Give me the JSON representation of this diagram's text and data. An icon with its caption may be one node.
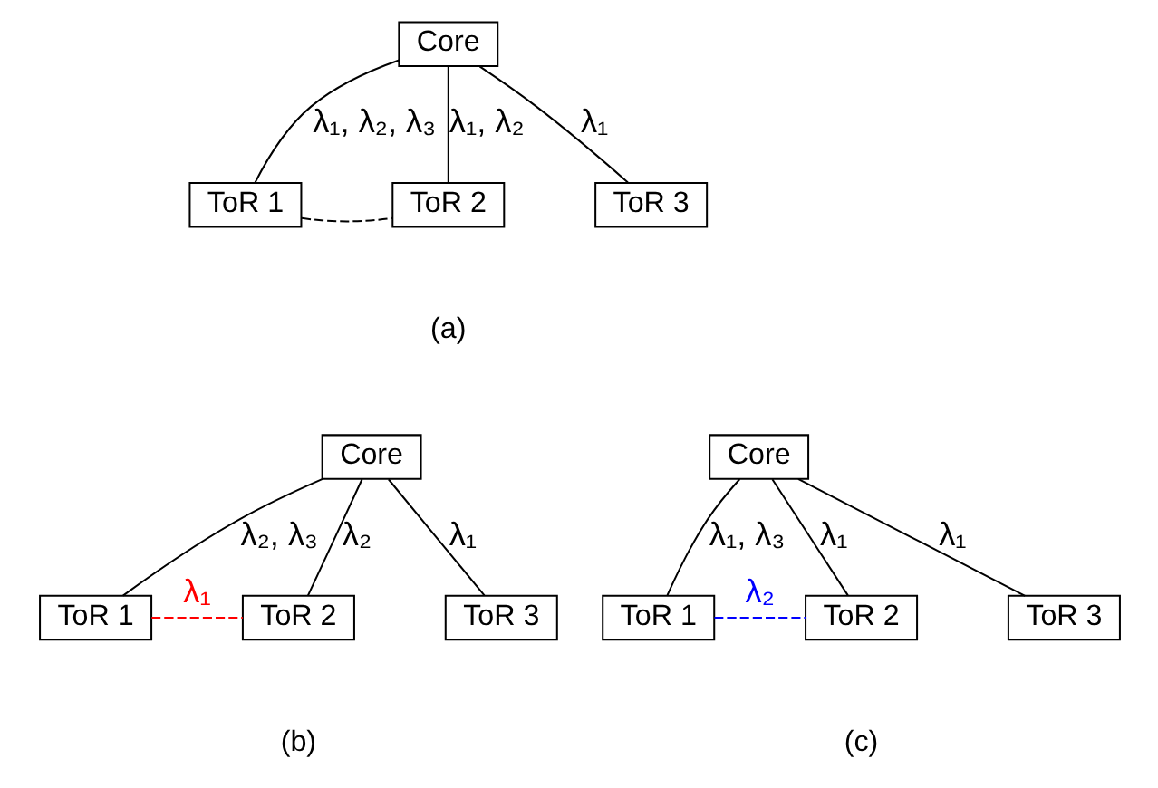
{
  "diagram": {
    "nodes": [
      {
        "text": [
          "Core"
        ]
      },
      {
        "text": [
          "ToR 1"
        ]
      },
      {
        "text": [
          "ToR 2"
        ]
      },
      {
        "text": [
          "ToR 3"
        ]
      },
      {
        "text": [
          "Core"
        ]
      },
      {
        "text": [
          "ToR 1"
        ]
      },
      {
        "text": [
          "ToR 2"
        ]
      },
      {
        "text": [
          "ToR 3"
        ]
      },
      {
        "text": [
          "Core"
        ]
      },
      {
        "text": [
          "ToR 1"
        ]
      },
      {
        "text": [
          "ToR 2"
        ]
      },
      {
        "text": [
          "ToR 3"
        ]
      }
    ],
    "edges": [
      {
        "from": 0,
        "to": 1,
        "arrow": "none",
        "label": "λ₁, λ₂, λ₃"
      },
      {
        "from": 0,
        "to": 2,
        "arrow": "none",
        "label": "λ₁, λ₂"
      },
      {
        "from": 0,
        "to": 3,
        "arrow": "none",
        "label": "λ₁"
      },
      {
        "from": 1,
        "to": 2,
        "arrow": "none",
        "style": "dashed"
      },
      {
        "from": 4,
        "to": 5,
        "arrow": "none",
        "label": "λ₂, λ₃"
      },
      {
        "from": 4,
        "to": 6,
        "arrow": "none",
        "label": "λ₂"
      },
      {
        "from": 4,
        "to": 7,
        "arrow": "none",
        "label": "λ₁"
      },
      {
        "from": 5,
        "to": 6,
        "arrow": "none",
        "style": "dashed",
        "color": "#ff0000",
        "label": "λ₁"
      },
      {
        "from": 8,
        "to": 9,
        "arrow": "none",
        "label": "λ₁, λ₃"
      },
      {
        "from": 8,
        "to": 10,
        "arrow": "none",
        "label": "λ₁"
      },
      {
        "from": 8,
        "to": 11,
        "arrow": "none",
        "label": "λ₁"
      },
      {
        "from": 9,
        "to": 10,
        "arrow": "none",
        "style": "dashed",
        "color": "#0000ff",
        "label": "λ₂"
      }
    ],
    "labels": [
      "(a)",
      "(b)",
      "(c)"
    ]
  }
}
